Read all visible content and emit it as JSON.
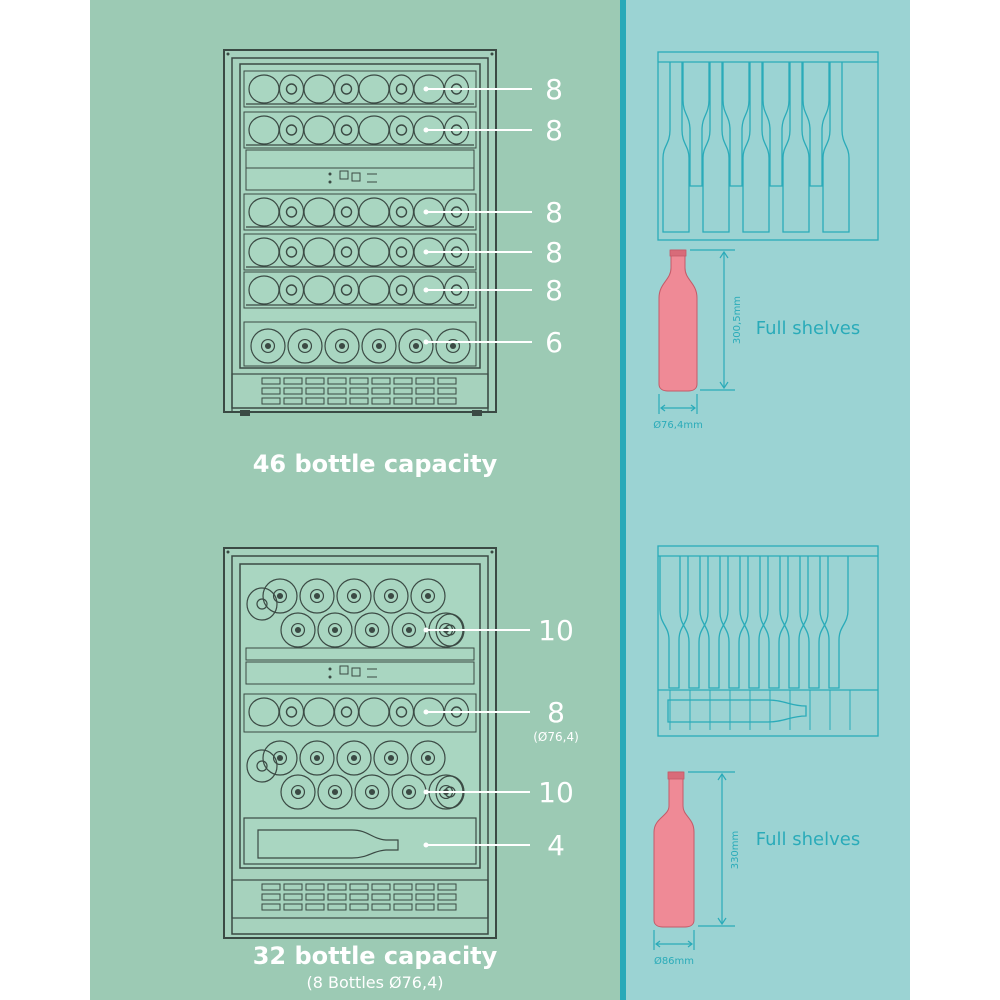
{
  "top_unit": {
    "capacity_title": "46 bottle capacity",
    "shelf_counts": [
      "8",
      "8",
      "8",
      "8",
      "8",
      "6"
    ]
  },
  "bottom_unit": {
    "capacity_title": "32 bottle capacity",
    "capacity_note": "(8 Bottles Ø76,4)",
    "shelf_counts": [
      "10",
      "8",
      "10",
      "4"
    ],
    "shelf_count_note": "(Ø76,4)"
  },
  "top_bottle": {
    "shelf_label": "Full shelves",
    "height_dim": "300,5mm",
    "diameter_dim": "Ø76,4mm"
  },
  "bottom_bottle": {
    "shelf_label": "Full shelves",
    "height_dim": "330mm",
    "diameter_dim": "Ø86mm"
  },
  "colors": {
    "left_panel": "#9ccab4",
    "right_panel": "#9bd3d3",
    "divider": "#27a9b8",
    "line_art": "#2aabb9",
    "bottle": "#ef8a96"
  }
}
